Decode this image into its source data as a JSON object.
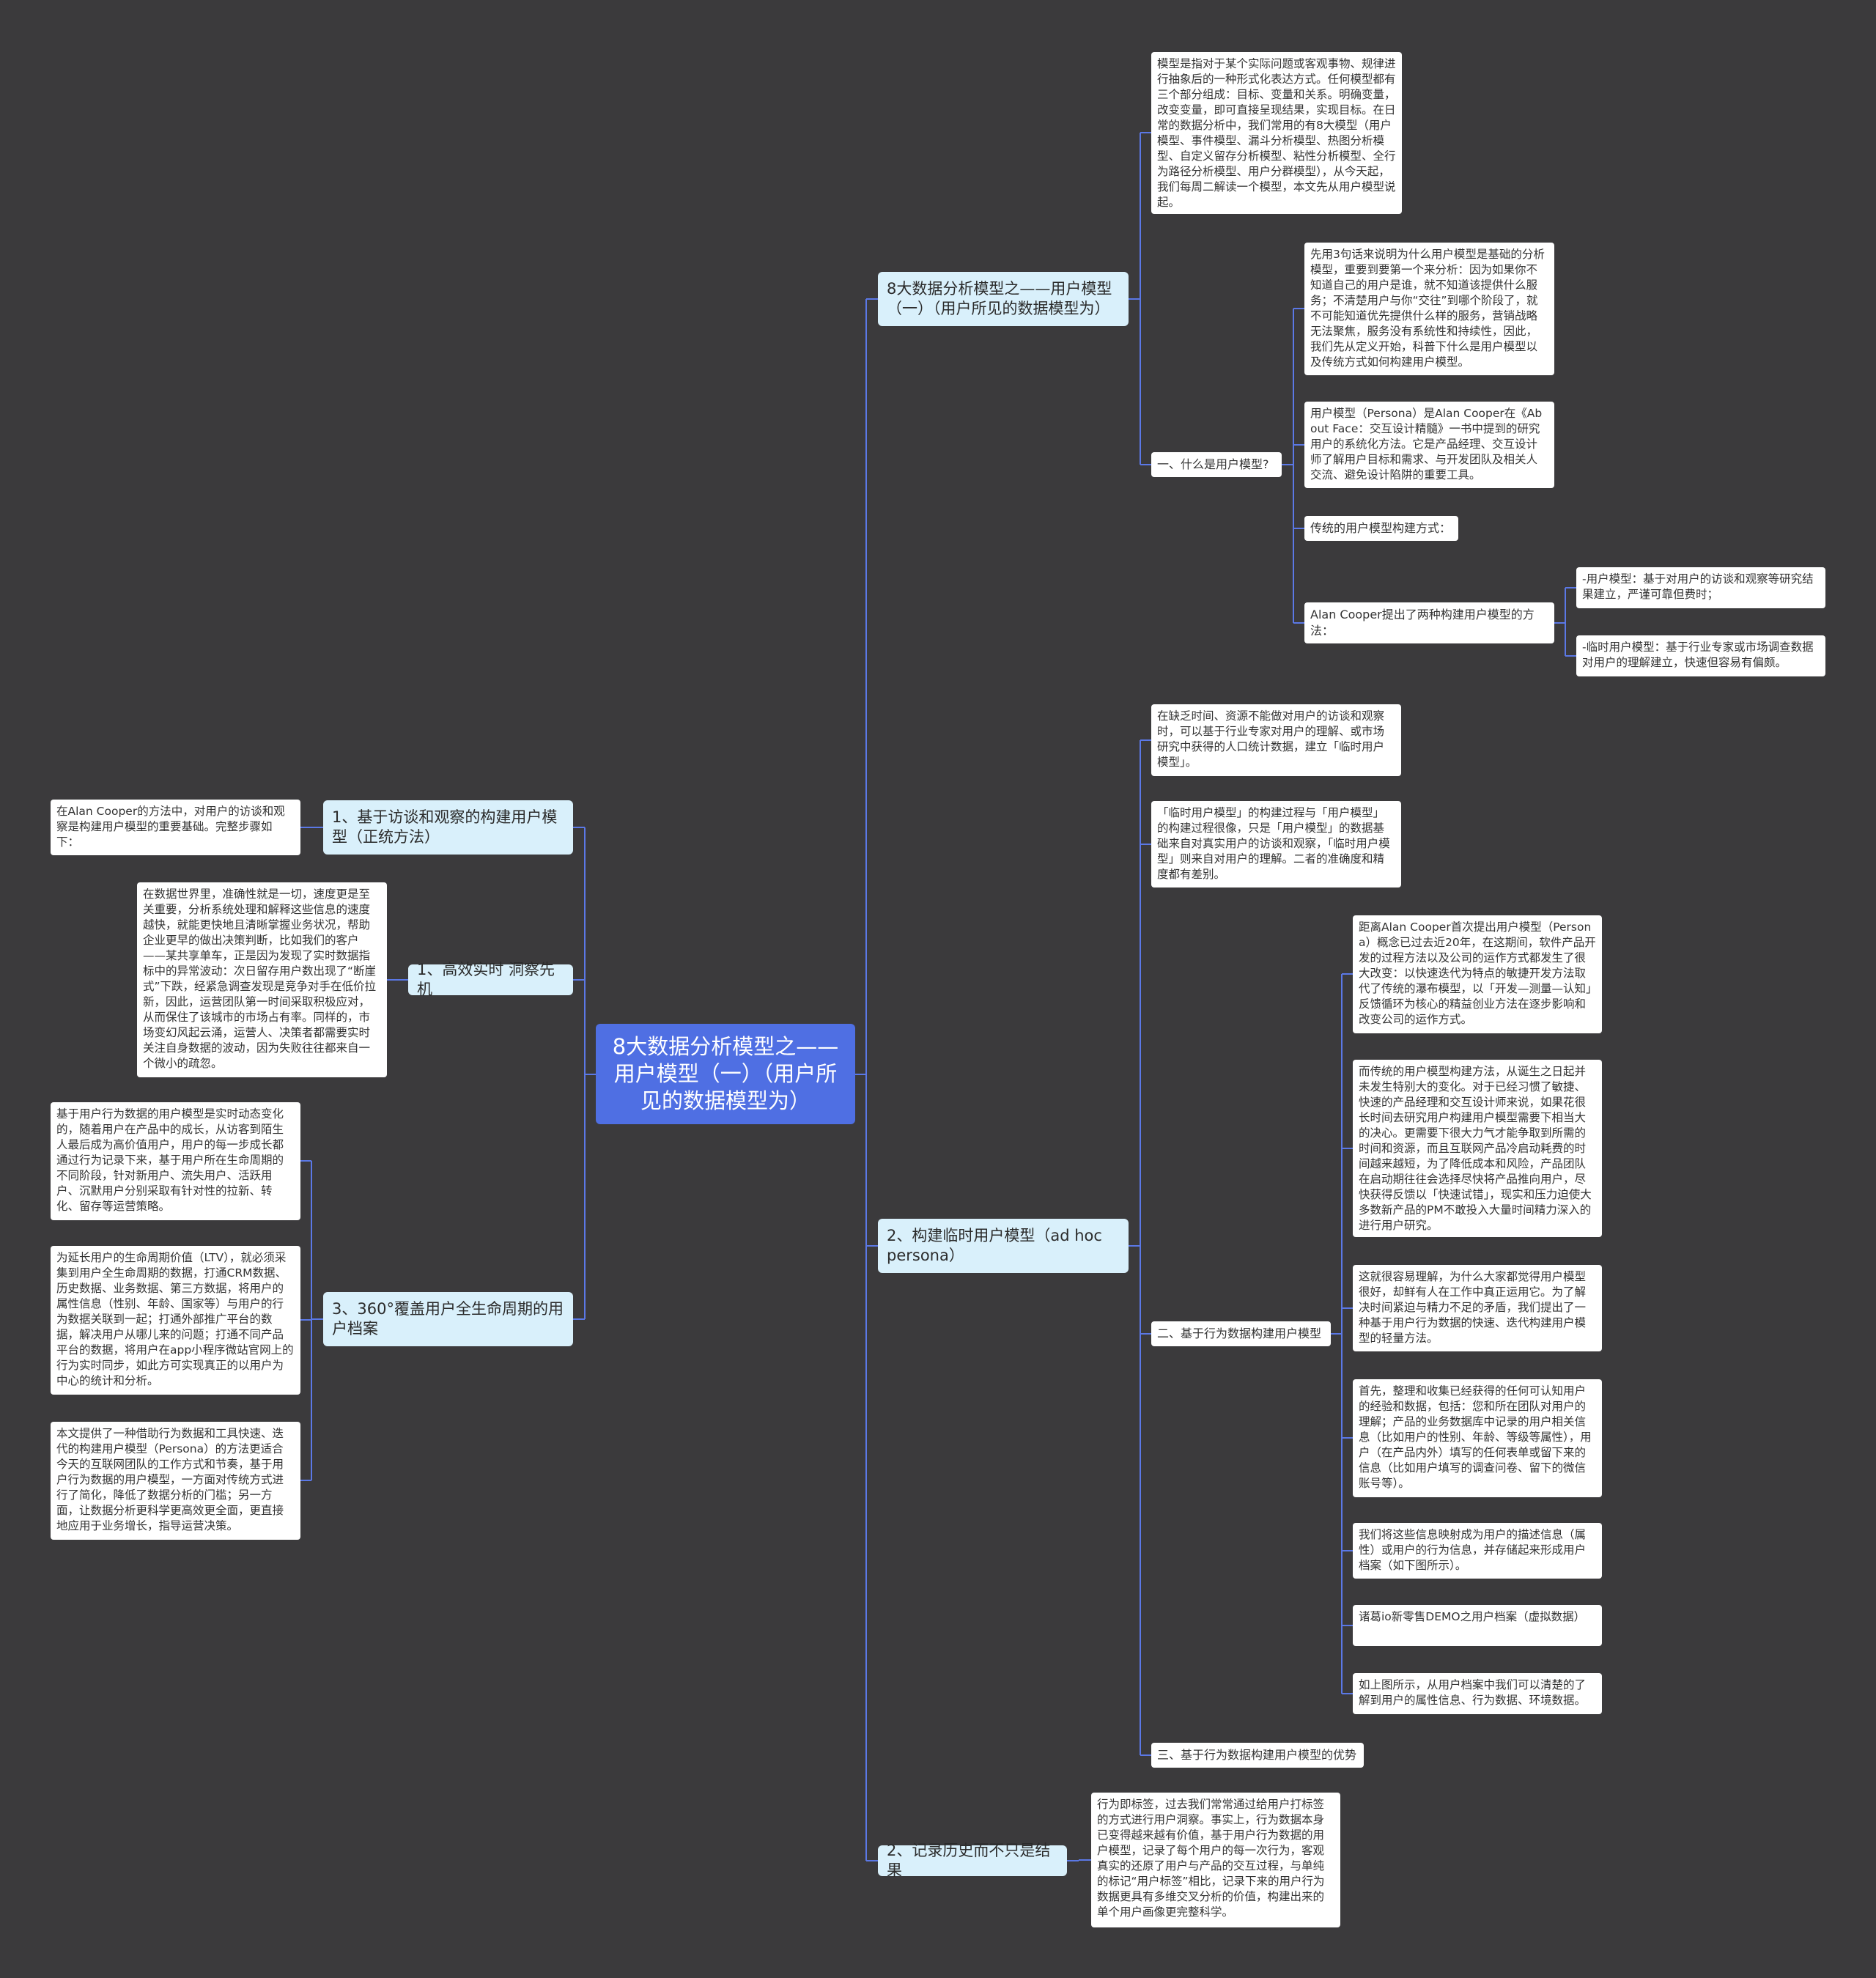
{
  "root": "8大数据分析模型之——用户模型（一）（用户所见的数据模型为）",
  "right": {
    "b1": {
      "label": "8大数据分析模型之——用户模型（一）（用户所见的数据模型为）",
      "intro": "模型是指对于某个实际问题或客观事物、规律进行抽象后的一种形式化表达方式。任何模型都有三个部分组成：目标、变量和关系。明确变量，改变变量，即可直接呈现结果，实现目标。在日常的数据分析中，我们常用的有8大模型（用户模型、事件模型、漏斗分析模型、热图分析模型、自定义留存分析模型、粘性分析模型、全行为路径分析模型、用户分群模型），从今天起，我们每周二解读一个模型，本文先从用户模型说起。",
      "q": {
        "label": "一、什么是用户模型?",
        "c1": "先用3句话来说明为什么用户模型是基础的分析模型，重要到要第一个来分析：因为如果你不知道自己的用户是谁，就不知道该提供什么服务；不清楚用户与你“交往”到哪个阶段了，就不可能知道优先提供什么样的服务，营销战略无法聚焦，服务没有系统性和持续性，因此，我们先从定义开始，科普下什么是用户模型以及传统方式如何构建用户模型。",
        "c2": "用户模型（Persona）是Alan Cooper在《About Face：交互设计精髓》一书中提到的研究用户的系统化方法。它是产品经理、交互设计师了解用户目标和需求、与开发团队及相关人交流、避免设计陷阱的重要工具。",
        "c3": "传统的用户模型构建方式：",
        "c4": {
          "label": "Alan Cooper提出了两种构建用户模型的方法：",
          "m1": "-用户模型：基于对用户的访谈和观察等研究结果建立，严谨可靠但费时；",
          "m2": "-临时用户模型：基于行业专家或市场调查数据对用户的理解建立，快速但容易有偏颇。"
        }
      }
    },
    "b2": {
      "label": "2、构建临时用户模型（ad hoc persona）",
      "l1": "在缺乏时间、资源不能做对用户的访谈和观察时，可以基于行业专家对用户的理解、或市场研究中获得的人口统计数据，建立「临时用户模型」。",
      "l2": "「临时用户模型」的构建过程与「用户模型」的构建过程很像，只是「用户模型」的数据基础来自对真实用户的访谈和观察，「临时用户模型」则来自对用户的理解。二者的准确度和精度都有差别。",
      "s2": {
        "label": "二、基于行为数据构建用户模型",
        "t1": "距离Alan Cooper首次提出用户模型（Persona）概念已过去近20年，在这期间，软件产品开发的过程方法以及公司的运作方式都发生了很大改变：以快速迭代为特点的敏捷开发方法取代了传统的瀑布模型，以「开发—测量—认知」反馈循环为核心的精益创业方法在逐步影响和改变公司的运作方式。",
        "t2": "而传统的用户模型构建方法，从诞生之日起并未发生特别大的变化。对于已经习惯了敏捷、快速的产品经理和交互设计师来说，如果花很长时间去研究用户构建用户模型需要下相当大的决心。更需要下很大力气才能争取到所需的时间和资源，而且互联网产品冷启动耗费的时间越来越短，为了降低成本和风险，产品团队在启动期往往会选择尽快将产品推向用户，尽快获得反馈以「快速试错」，现实和压力迫使大多数新产品的PM不敢投入大量时间精力深入的进行用户研究。",
        "t3": "这就很容易理解，为什么大家都觉得用户模型很好，却鲜有人在工作中真正运用它。为了解决时间紧迫与精力不足的矛盾，我们提出了一种基于用户行为数据的快速、迭代构建用户模型的轻量方法。",
        "t4": "首先，整理和收集已经获得的任何可认知用户的经验和数据，包括：您和所在团队对用户的理解；产品的业务数据库中记录的用户相关信息（比如用户的性别、年龄、等级等属性），用户（在产品内外）填写的任何表单或留下来的信息（比如用户填写的调查问卷、留下的微信账号等）。",
        "t5": "我们将这些信息映射成为用户的描述信息（属性）或用户的行为信息，并存储起来形成用户档案（如下图所示）。",
        "t6": "诸葛io新零售DEMO之用户档案（虚拟数据）",
        "t7": "如上图所示，从用户档案中我们可以清楚的了解到用户的属性信息、行为数据、环境数据。"
      },
      "s3": "三、基于行为数据构建用户模型的优势"
    },
    "b3": {
      "label": "2、记录历史而不只是结果",
      "t1": "行为即标签，过去我们常常通过给用户打标签的方式进行用户洞察。事实上，行为数据本身已变得越来越有价值，基于用户行为数据的用户模型，记录了每个用户的每一次行为，客观真实的还原了用户与产品的交互过程，与单纯的标记“用户标签”相比，记录下来的用户行为数据更具有多维交叉分析的价值，构建出来的单个用户画像更完整科学。"
    }
  },
  "left": {
    "a1": {
      "label": "1、基于访谈和观察的构建用户模型（正统方法）",
      "t1": "在Alan Cooper的方法中，对用户的访谈和观察是构建用户模型的重要基础。完整步骤如下："
    },
    "a2": {
      "label": "1、高效实时 洞察先机",
      "t1": "在数据世界里，准确性就是一切，速度更是至关重要，分析系统处理和解释这些信息的速度越快，就能更快地且清晰掌握业务状况，帮助企业更早的做出决策判断，比如我们的客户——某共享单车，正是因为发现了实时数据指标中的异常波动：次日留存用户数出现了“断崖式”下跌，经紧急调查发现是竞争对手在低价拉新，因此，运营团队第一时间采取积极应对，从而保住了该城市的市场占有率。同样的，市场变幻风起云涌，运营人、决策者都需要实时关注自身数据的波动，因为失败往往都来自一个微小的疏忽。"
    },
    "a3": {
      "label": "3、360°覆盖用户全生命周期的用户档案",
      "t1": "基于用户行为数据的用户模型是实时动态变化的，随着用户在产品中的成长，从访客到陌生人最后成为高价值用户，用户的每一步成长都通过行为记录下来，基于用户所在生命周期的不同阶段，针对新用户、流失用户、活跃用户、沉默用户分别采取有针对性的拉新、转化、留存等运营策略。",
      "t2": "为延长用户的生命周期价值（LTV），就必须采集到用户全生命周期的数据，打通CRM数据、历史数据、业务数据、第三方数据，将用户的属性信息（性别、年龄、国家等）与用户的行为数据关联到一起；打通外部推广平台的数据，解决用户从哪儿来的问题；打通不同产品平台的数据，将用户在app小程序微站官网上的行为实时同步，如此方可实现真正的以用户为中心的统计和分析。",
      "t3": "本文提供了一种借助行为数据和工具快速、迭代的构建用户模型（Persona）的方法更适合今天的互联网团队的工作方式和节奏，基于用户行为数据的用户模型，一方面对传统方式进行了简化，降低了数据分析的门槛；另一方面，让数据分析更科学更高效更全面，更直接地应用于业务增长，指导运营决策。"
    }
  },
  "colors": {
    "background": "#3b3a3c",
    "root": "#4f6fe3",
    "branch": "#d9f0fb",
    "leaf": "#ffffff",
    "wire": "#5b78e6"
  }
}
